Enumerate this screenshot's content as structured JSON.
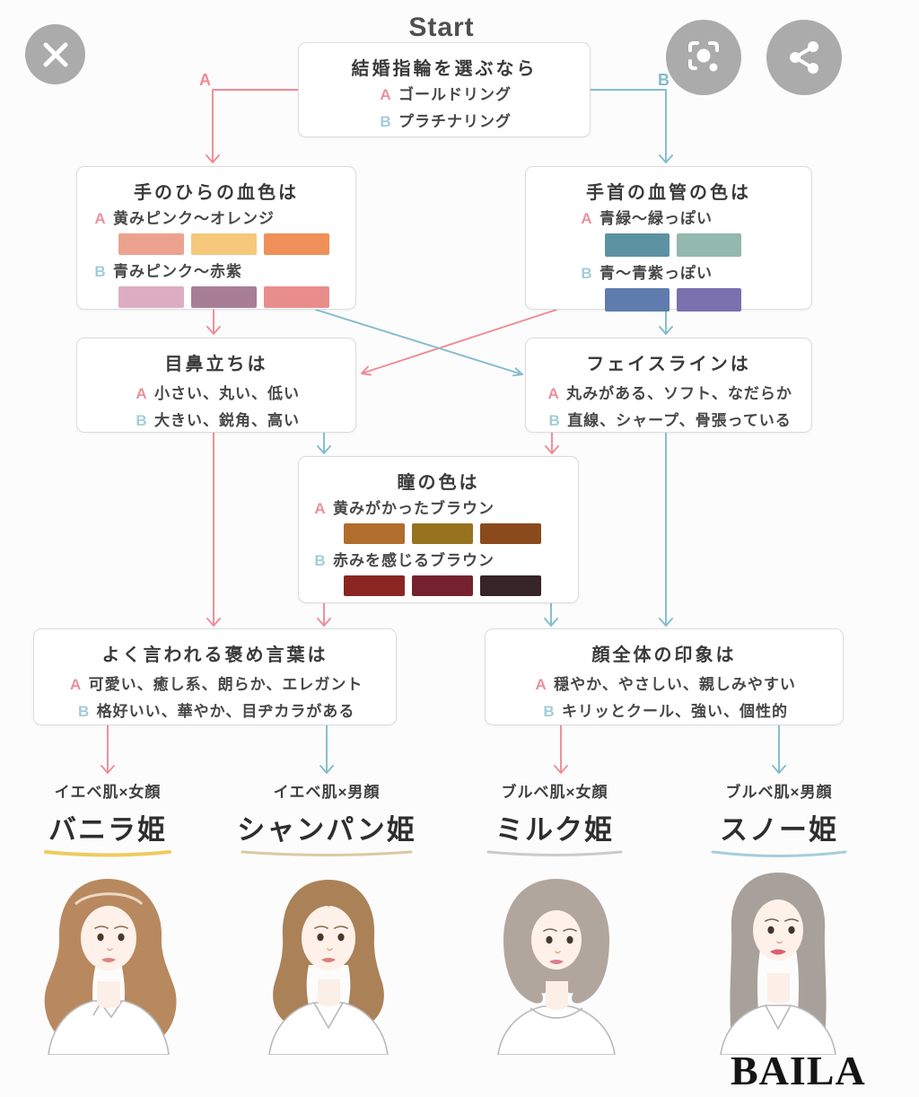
{
  "viewer": {
    "close_icon": "x",
    "lens_icon": "lens",
    "share_icon": "share"
  },
  "flow": {
    "start_label": "Start",
    "label_a": "A",
    "label_b": "B",
    "q_start": {
      "title": "結婚指輪を選ぶなら",
      "a": "ゴールドリング",
      "b": "プラチナリング"
    },
    "q_palm": {
      "title": "手のひらの血色は",
      "a": "黄みピンク～オレンジ",
      "b": "青みピンク～赤紫",
      "a_swatches": [
        "#eda28f",
        "#f6c87b",
        "#ee9058"
      ],
      "b_swatches": [
        "#dcadc2",
        "#a87e96",
        "#e88d8c"
      ]
    },
    "q_wrist": {
      "title": "手首の血管の色は",
      "a": "青緑～緑っぽい",
      "b": "青～青紫っぽい",
      "a_swatches": [
        "#5d92a3",
        "#93b8ae"
      ],
      "b_swatches": [
        "#5e7cad",
        "#7a70ae"
      ]
    },
    "q_features": {
      "title": "目鼻立ちは",
      "a": "小さい、丸い、低い",
      "b": "大きい、鋭角、高い"
    },
    "q_faceline": {
      "title": "フェイスラインは",
      "a": "丸みがある、ソフト、なだらか",
      "b": "直線、シャープ、骨張っている"
    },
    "q_eyes": {
      "title": "瞳の色は",
      "a": "黄みがかったブラウン",
      "b": "赤みを感じるブラウン",
      "a_swatches": [
        "#b06d2c",
        "#977320",
        "#8a4a1c"
      ],
      "b_swatches": [
        "#8b2521",
        "#74222d",
        "#362426"
      ]
    },
    "q_compliment": {
      "title": "よく言われる褒め言葉は",
      "a": "可愛い、癒し系、朗らか、エレガント",
      "b": "格好いい、華やか、目ヂカラがある"
    },
    "q_impression": {
      "title": "顔全体の印象は",
      "a": "穏やか、やさしい、親しみやすい",
      "b": "キリッとクール、強い、個性的"
    }
  },
  "results": [
    {
      "subtitle": "イエベ肌×女顔",
      "name": "バニラ姫",
      "underline_color": "#eecb5f",
      "hair_color": "#b8895f"
    },
    {
      "subtitle": "イエベ肌×男顔",
      "name": "シャンパン姫",
      "underline_color": "#dac9a2",
      "hair_color": "#ab8158"
    },
    {
      "subtitle": "ブルベ肌×女顔",
      "name": "ミルク姫",
      "underline_color": "#cacaca",
      "hair_color": "#b1a69d"
    },
    {
      "subtitle": "ブルベ肌×男顔",
      "name": "スノー姫",
      "underline_color": "#a7cddd",
      "hair_color": "#a8a09a"
    }
  ],
  "colors": {
    "arrow_a": "#ef8b96",
    "arrow_b": "#82bccb",
    "letter_a": "#e9919d",
    "letter_b": "#a3ccd9"
  },
  "logo_text": "BAILA"
}
